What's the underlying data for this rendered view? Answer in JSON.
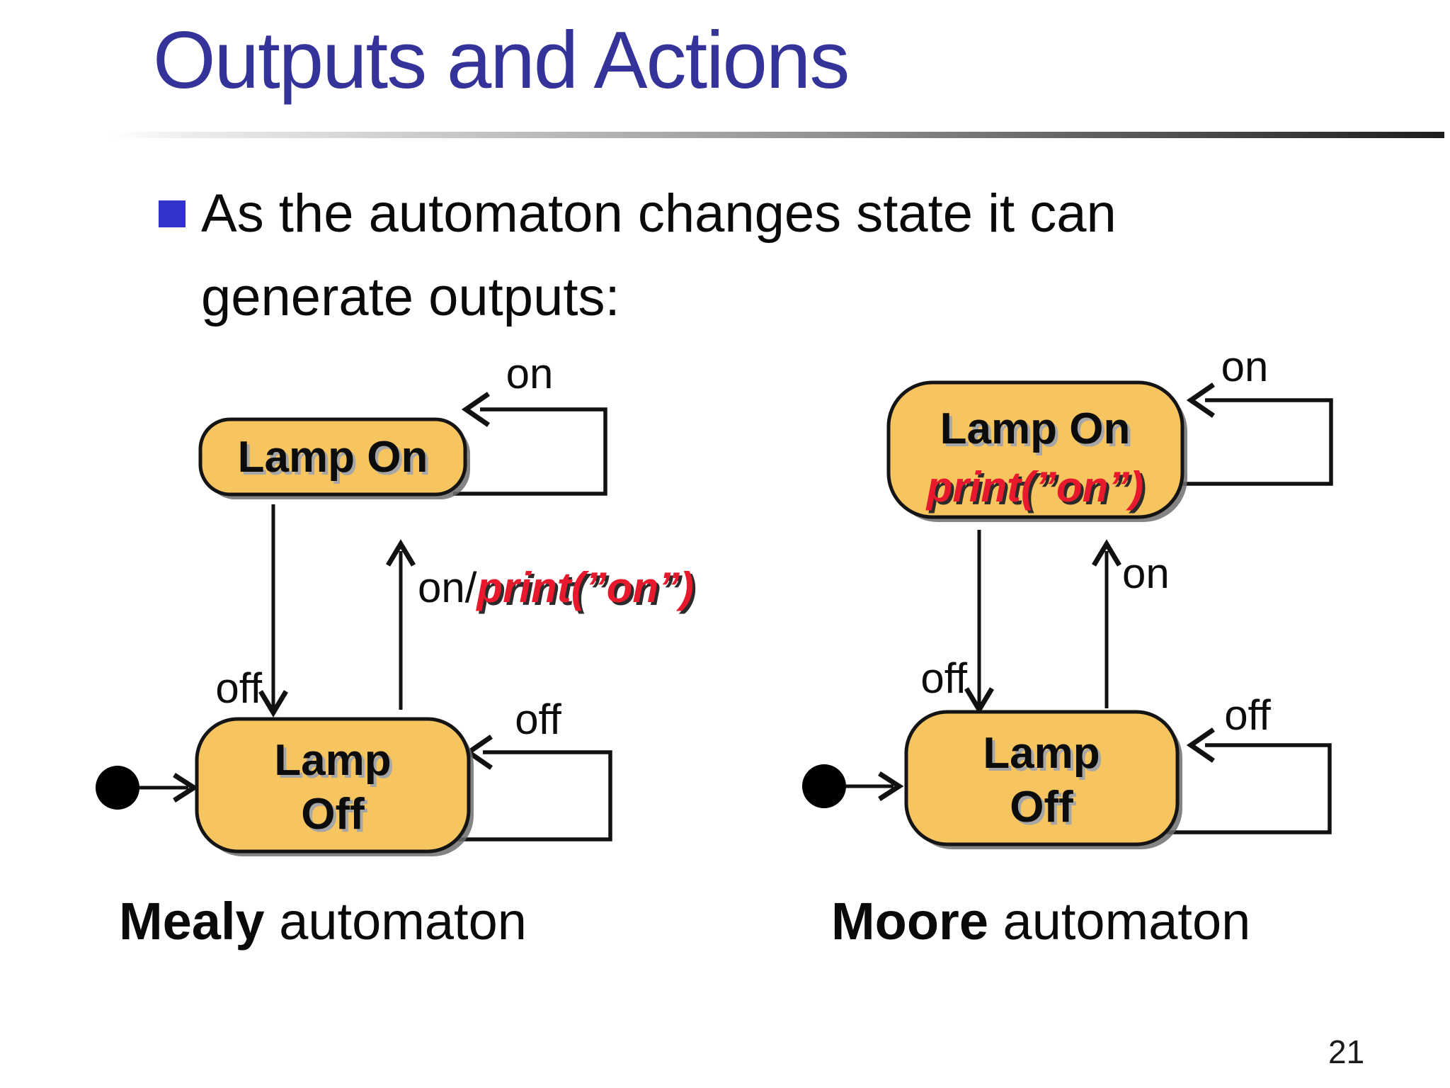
{
  "slide": {
    "title": "Outputs and Actions",
    "page_number": "21",
    "bullet_line1": "As the automaton changes state it can",
    "bullet_line2": "generate outputs:",
    "colors": {
      "title_blue": "#333399",
      "bullet_blue": "#3333cc",
      "state_fill": "#F7C55F",
      "action_red": "#E8192C"
    }
  },
  "mealy": {
    "caption_bold": "Mealy",
    "caption_rest": " automaton",
    "state_on": "Lamp On",
    "state_off_line1": "Lamp",
    "state_off_line2": "Off",
    "loop_on_label": "on",
    "loop_off_label": "off",
    "down_label": "off",
    "up_label_input": "on/",
    "up_label_action": "print(”on”)"
  },
  "moore": {
    "caption_bold": "Moore",
    "caption_rest": " automaton",
    "state_on_line1": "Lamp On",
    "state_on_action": "print(”on”)",
    "state_off_line1": "Lamp",
    "state_off_line2": "Off",
    "loop_on_label": "on",
    "loop_off_label": "off",
    "down_label": "off",
    "up_label": "on"
  }
}
